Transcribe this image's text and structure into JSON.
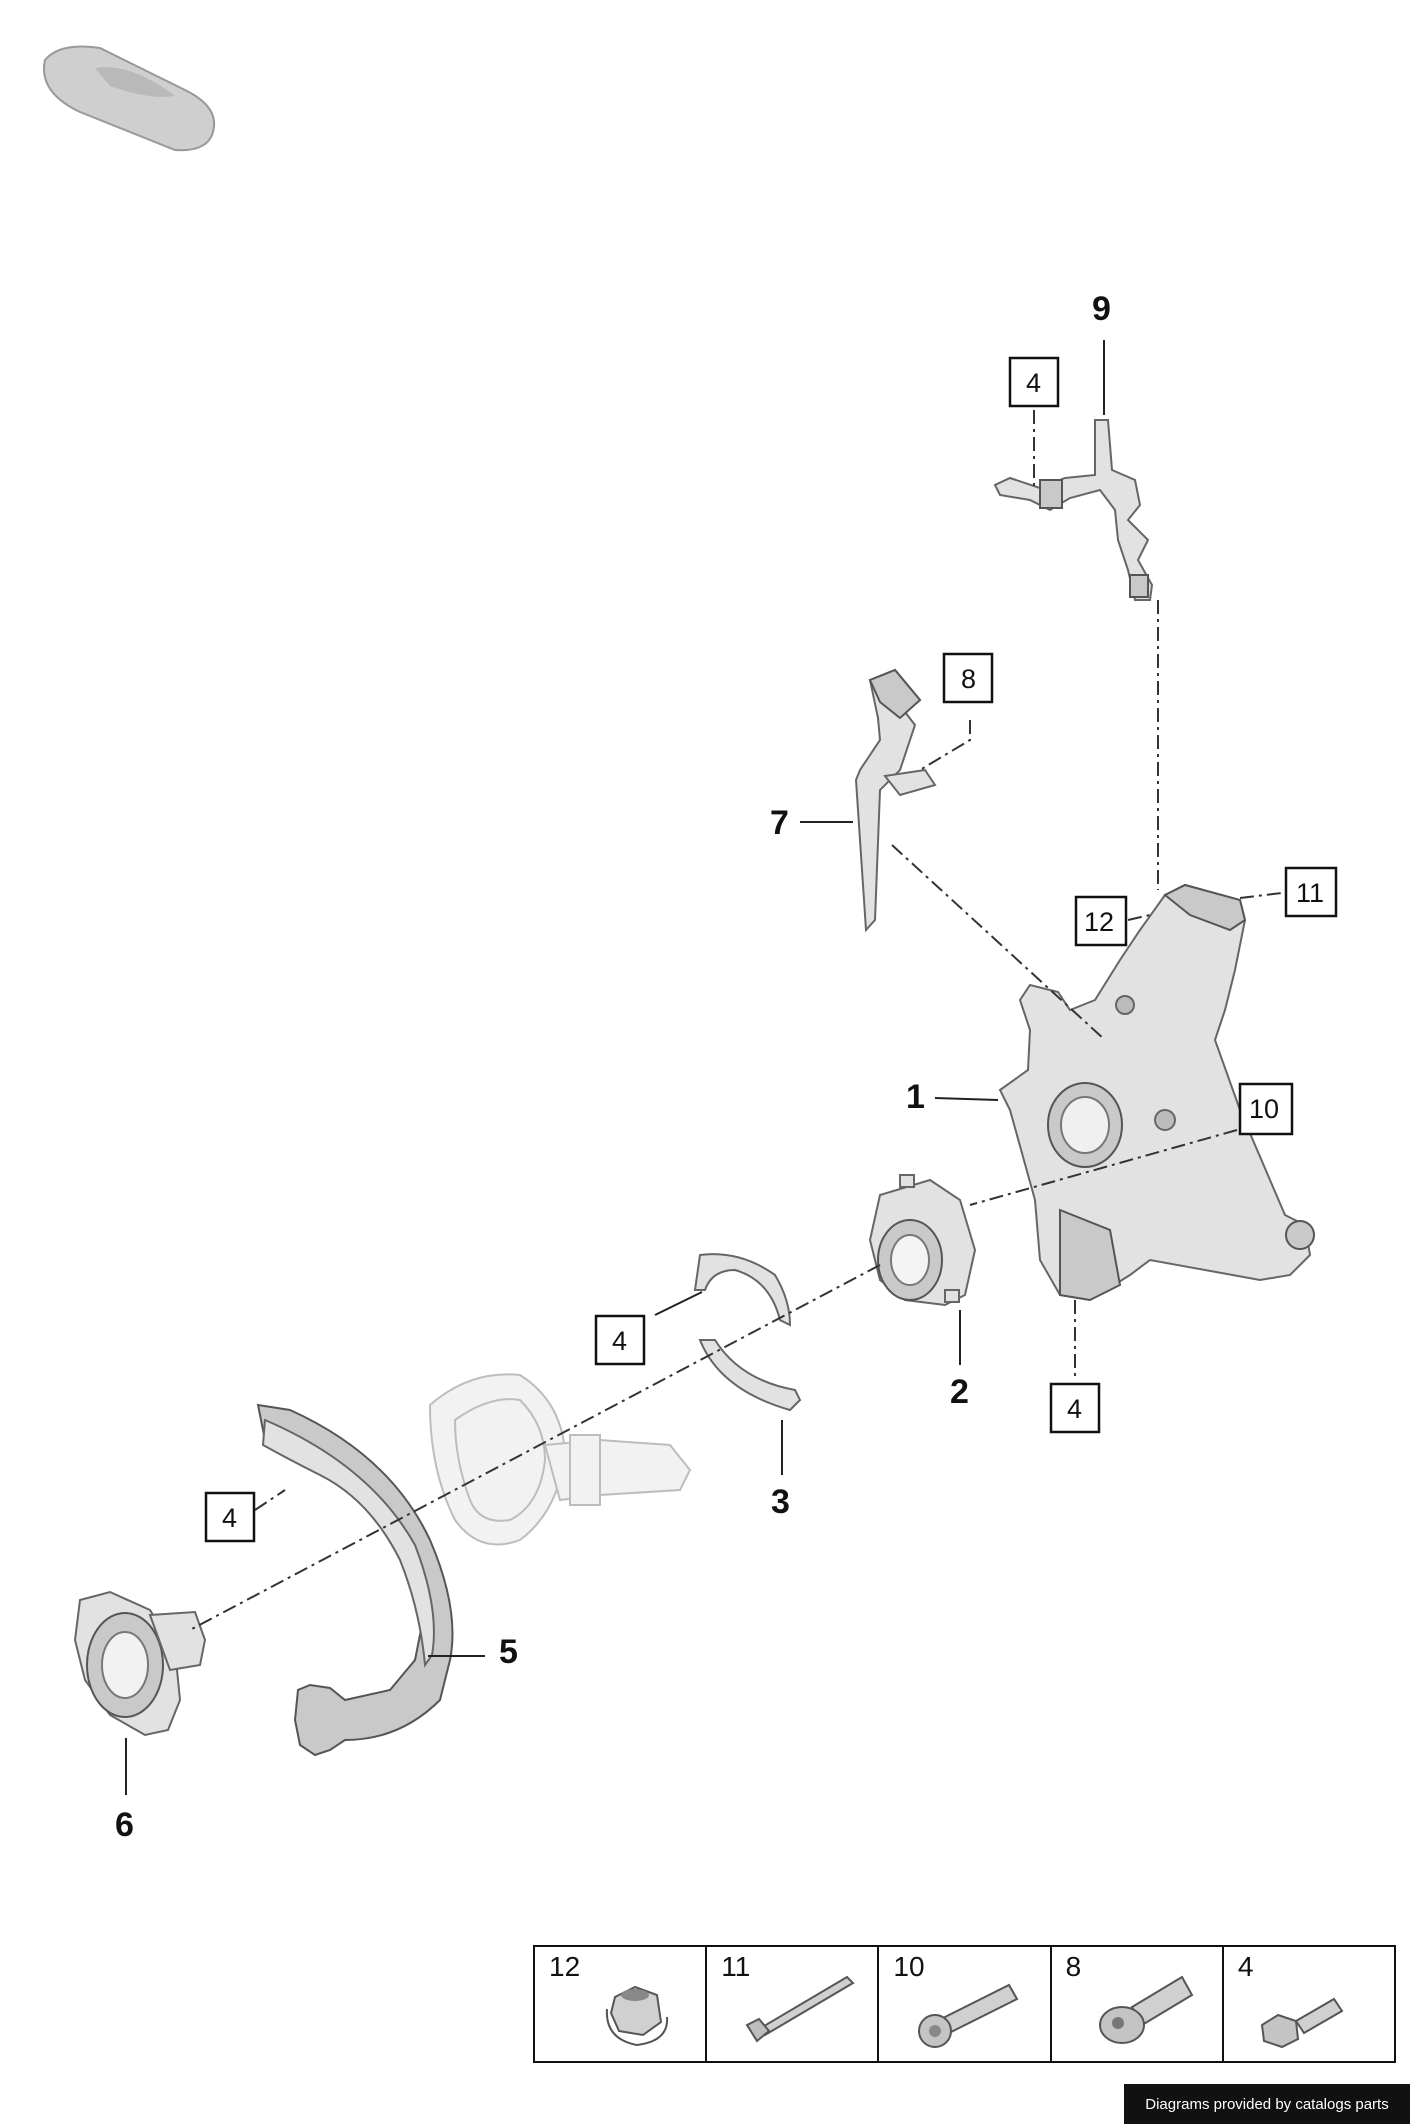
{
  "callouts": {
    "c1": "1",
    "c2": "2",
    "c3": "3",
    "c5": "5",
    "c6": "6",
    "c7": "7",
    "c9": "9"
  },
  "boxes": {
    "b4_top": "4",
    "b8": "8",
    "b11": "11",
    "b12": "12",
    "b10": "10",
    "b4_left": "4",
    "b4_right": "4",
    "b4_shield": "4"
  },
  "legend": [
    {
      "num": "12",
      "icon": "flange-nut-icon"
    },
    {
      "num": "11",
      "icon": "long-bolt-icon"
    },
    {
      "num": "10",
      "icon": "torx-bolt-icon"
    },
    {
      "num": "8",
      "icon": "hex-socket-bolt-icon"
    },
    {
      "num": "4",
      "icon": "hex-bolt-icon"
    }
  ],
  "credit": "Diagrams provided by catalogs parts",
  "colors": {
    "part_fill": "#e2e2e2",
    "part_stroke": "#666666",
    "line": "#222222"
  }
}
